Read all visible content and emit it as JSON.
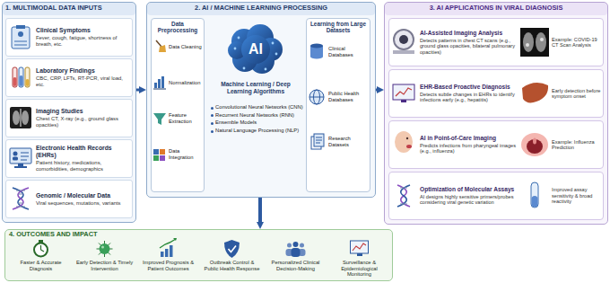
{
  "diagram": {
    "nodes": [
      {
        "text": [
          "1. MULTIMODAL DATA INPUTS"
        ]
      },
      {
        "text": [
          "Clinical Symptoms",
          "Fever, cough, fatigue, shortness of breath, etc."
        ],
        "in": 0
      },
      {
        "text": [
          "Laboratory Findings",
          "CBC, CRP, LFTs, RT-PCR, viral load, etc."
        ],
        "in": 0
      },
      {
        "text": [
          "Imaging Studies",
          "Chest CT, X-ray (e.g., ground glass opacities)"
        ],
        "in": 0
      },
      {
        "text": [
          "Electronic Health Records (EHRs)",
          "Patient history, medications, comorbidities, demographics"
        ],
        "in": 0
      },
      {
        "text": [
          "Genomic / Molecular Data",
          "Viral sequences, mutations, variants"
        ],
        "in": 0
      },
      {
        "text": [
          "2. AI / MACHINE LEARNING PROCESSING",
          "Machine Learning / Deep Learning Algorithms",
          "Convolutional Neural Networks (CNN)",
          "Recurrent Neural Networks (RNN)",
          "Ensemble Models",
          "Natural Language Processing (NLP)"
        ]
      },
      {
        "text": [
          "Data Preprocessing",
          "Data Cleaning",
          "Normalization",
          "Feature Extraction",
          "Data Integration"
        ],
        "in": 6
      },
      {
        "text": [
          "AI"
        ],
        "in": 6
      },
      {
        "text": [
          "Learning from Large Datasets",
          "Clinical Databases",
          "Public Health Databases",
          "Research Datasets"
        ],
        "in": 6
      },
      {
        "text": [
          "3. AI APPLICATIONS IN VIRAL DIAGNOSIS"
        ]
      },
      {
        "text": [
          "AI-Assisted Imaging Analysis",
          "Detects patterns in chest CT scans (e.g., ground glass opacities, bilateral pulmonary opacities)",
          "Example: COVID-19 CT Scan Analysis"
        ],
        "in": 10
      },
      {
        "text": [
          "EHR-Based Proactive Diagnosis",
          "Detects subtle changes in EHRs to identify infections early (e.g., hepatitis)",
          "Early detection before symptom onset"
        ],
        "in": 10
      },
      {
        "text": [
          "AI in Point-of-Care Imaging",
          "Predicts infections from pharyngeal images (e.g., influenza)",
          "Example: Influenza Prediction"
        ],
        "in": 10
      },
      {
        "text": [
          "Optimization of Molecular Assays",
          "AI designs highly sensitive primers/probes considering viral genetic variation",
          "Improved assay sensitivity & broad reactivity"
        ],
        "in": 10
      },
      {
        "text": [
          "4. OUTCOMES AND IMPACT",
          "Faster & Accurate Diagnosis",
          "Early Detection & Timely Intervention",
          "Improved Prognosis & Patient Outcomes",
          "Outbreak Control & Public Health Response",
          "Personalized Clinical Decision-Making",
          "Surveillance & Epidemiological Monitoring"
        ]
      }
    ],
    "edges": [
      {
        "from": 0,
        "to": 6,
        "arrow": "to"
      },
      {
        "from": 6,
        "to": 10,
        "arrow": "to"
      },
      {
        "from": 6,
        "to": 15,
        "arrow": "to"
      }
    ]
  }
}
